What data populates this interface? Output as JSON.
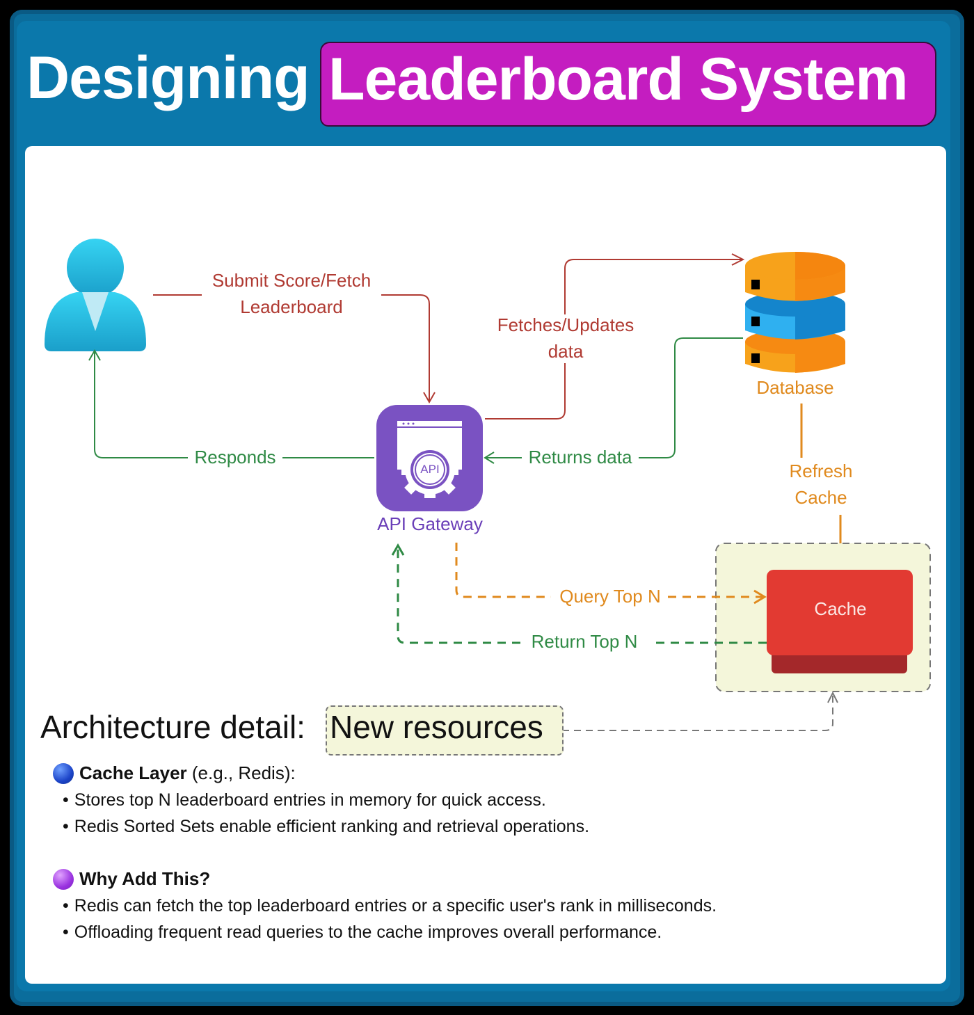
{
  "title": {
    "prefix": "Designing",
    "highlight": "Leaderboard System"
  },
  "colors": {
    "frame": "#0b78ab",
    "title_pill": "#c41dc0",
    "user_icon": "#29c3e8",
    "api_gateway": "#7a52c2",
    "database_orange": "#f7a21b",
    "database_blue": "#1f9be0",
    "cache_red": "#e23a32",
    "cache_zone": "#f4f6da",
    "request_arrow": "#b03a32",
    "response_arrow": "#2f8a45",
    "cache_arrow": "#e08a1e"
  },
  "nodes": {
    "user": {
      "icon": "user-icon"
    },
    "api_gateway": {
      "label": "API Gateway",
      "icon_text": "API"
    },
    "database": {
      "label": "Database"
    },
    "cache": {
      "label": "Cache"
    }
  },
  "edges": {
    "submit": {
      "line1": "Submit Score/Fetch",
      "line2": "Leaderboard"
    },
    "fetches": {
      "line1": "Fetches/Updates",
      "line2": "data"
    },
    "returns_data": "Returns data",
    "responds": "Responds",
    "refresh": {
      "line1": "Refresh",
      "line2": "Cache"
    },
    "query_top_n": "Query Top N",
    "return_top_n": "Return Top N"
  },
  "architecture": {
    "title": "Architecture detail:",
    "badge": "New resources",
    "sections": [
      {
        "icon": "blue-circle-icon",
        "heading_bold": "Cache Layer",
        "heading_rest": " (e.g., Redis):",
        "bullets": [
          "Stores top N leaderboard entries in memory for quick access.",
          "Redis Sorted Sets enable efficient ranking and retrieval operations."
        ]
      },
      {
        "icon": "purple-circle-icon",
        "heading_bold": "Why Add This?",
        "heading_rest": "",
        "bullets": [
          "Redis can fetch the top leaderboard entries or a specific user's rank in milliseconds.",
          "Offloading frequent read queries to the cache improves overall performance."
        ]
      }
    ]
  }
}
